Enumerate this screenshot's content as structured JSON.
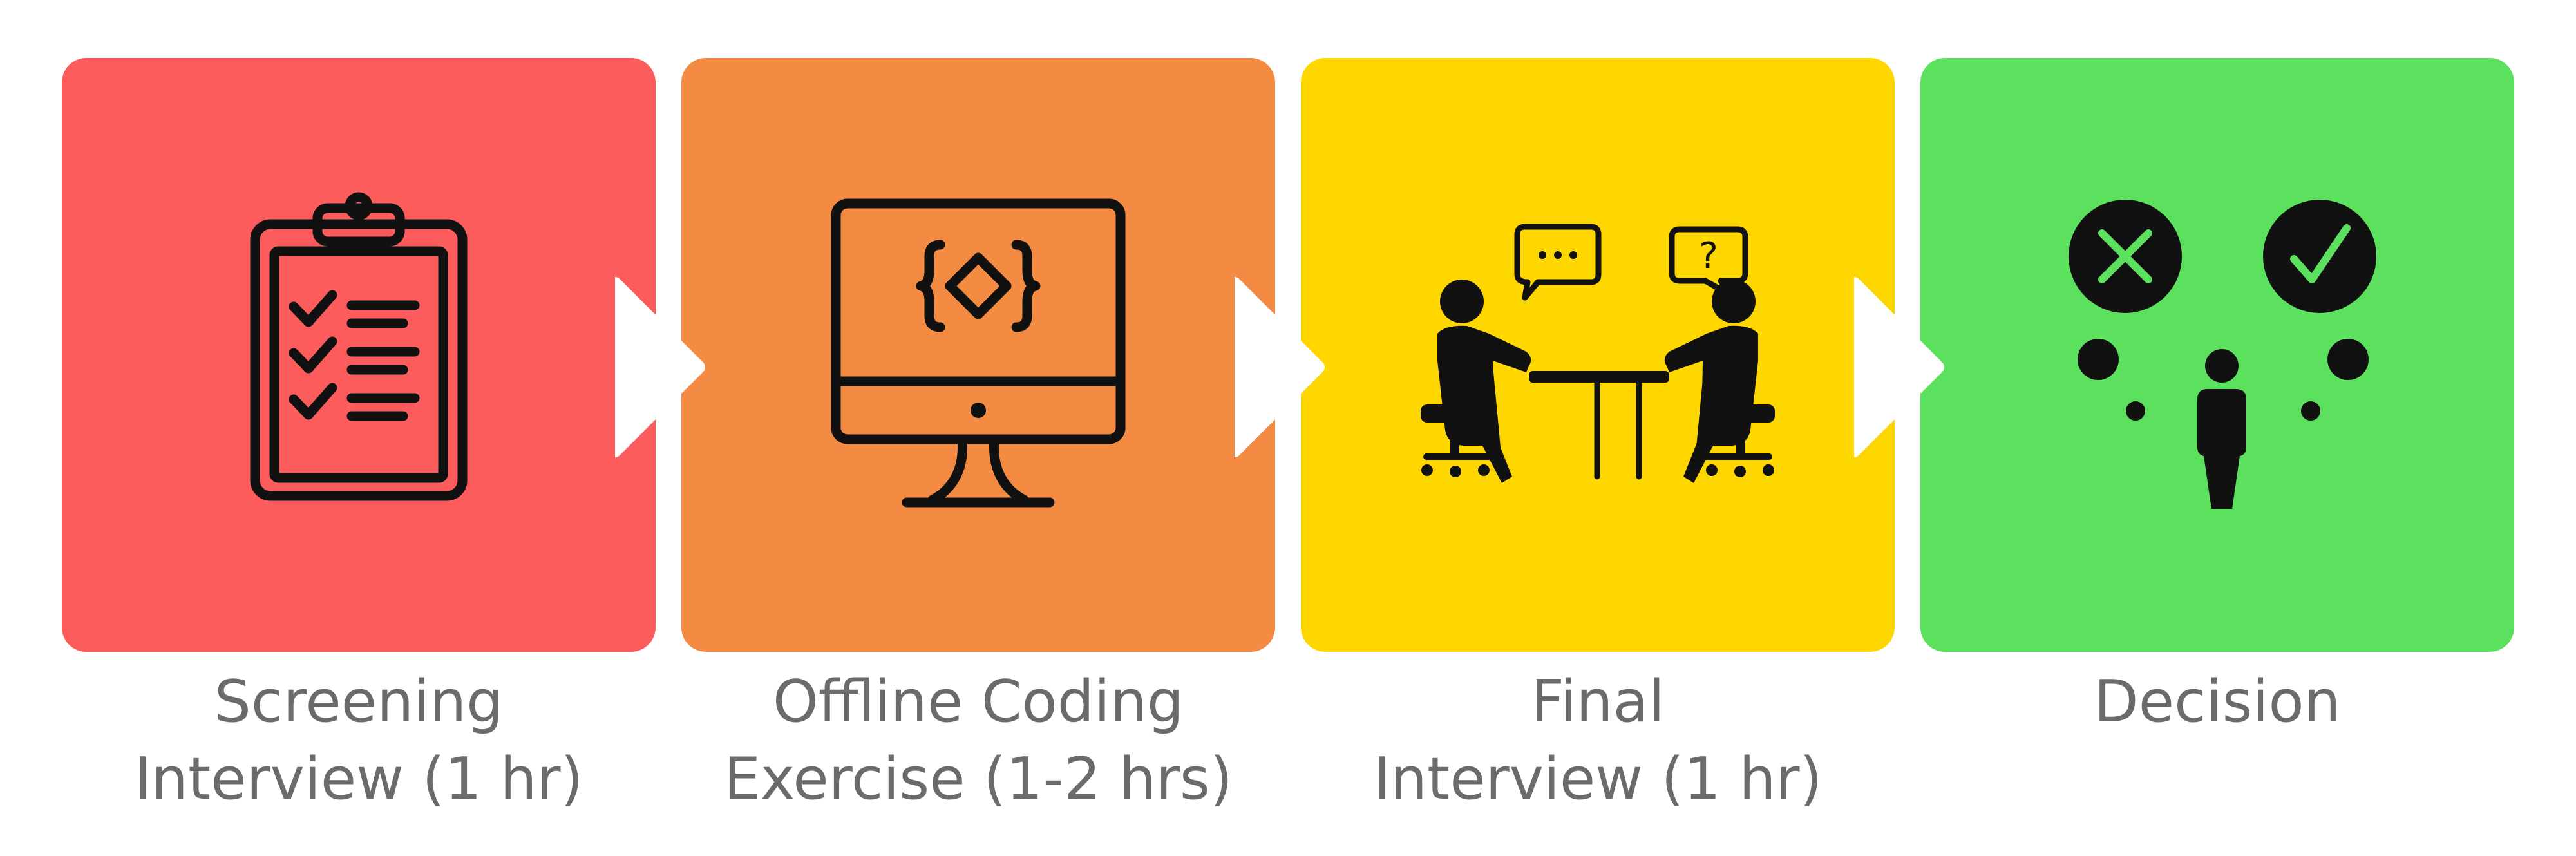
{
  "stages": [
    {
      "line1": "Screening",
      "line2": "Interview (1 hr)",
      "color": "#fd5c5c",
      "icon": "clipboard-checklist-icon"
    },
    {
      "line1": "Offline Coding",
      "line2": "Exercise (1-2 hrs)",
      "color": "#f48b42",
      "icon": "computer-code-icon"
    },
    {
      "line1": "Final",
      "line2": "Interview (1 hr)",
      "color": "#fed600",
      "icon": "interview-meeting-icon"
    },
    {
      "line1": "Decision",
      "line2": "",
      "color": "#5ce15e",
      "icon": "decision-icon"
    }
  ],
  "icon_color": "#111111",
  "connector_color": "#ffffff"
}
